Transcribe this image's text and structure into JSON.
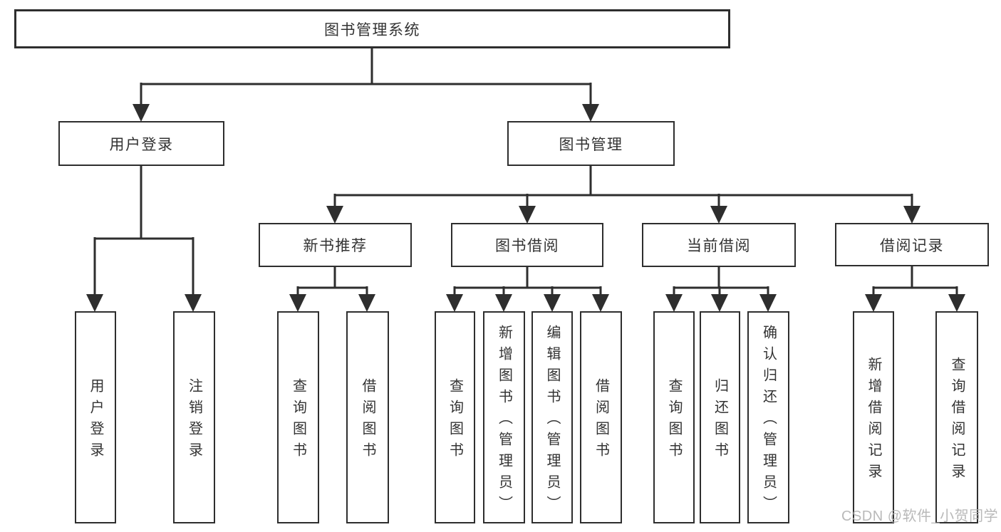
{
  "colors": {
    "line": "#2e2e2e",
    "box_border": "#2e2e2e",
    "box_background": "#ffffff",
    "text": "#333333",
    "watermark": "#b2b2b2"
  },
  "diagram": {
    "root": {
      "label": "图书管理系统"
    },
    "level2": [
      {
        "label": "用户登录"
      },
      {
        "label": "图书管理"
      }
    ],
    "level3": [
      {
        "label": "新书推荐",
        "parent": "图书管理"
      },
      {
        "label": "图书借阅",
        "parent": "图书管理"
      },
      {
        "label": "当前借阅",
        "parent": "图书管理"
      },
      {
        "label": "借阅记录",
        "parent": "图书管理"
      }
    ],
    "leaves": [
      {
        "label": "用户登录",
        "parent": "用户登录"
      },
      {
        "label": "注销登录",
        "parent": "用户登录"
      },
      {
        "label": "查询图书",
        "parent": "新书推荐"
      },
      {
        "label": "借阅图书",
        "parent": "新书推荐"
      },
      {
        "label": "查询图书",
        "parent": "图书借阅"
      },
      {
        "label": "新增图书（管理员）",
        "parent": "图书借阅"
      },
      {
        "label": "编辑图书（管理员）",
        "parent": "图书借阅"
      },
      {
        "label": "借阅图书",
        "parent": "图书借阅"
      },
      {
        "label": "查询图书",
        "parent": "当前借阅"
      },
      {
        "label": "归还图书",
        "parent": "当前借阅"
      },
      {
        "label": "确认归还（管理员）",
        "parent": "当前借阅"
      },
      {
        "label": "新增借阅记录",
        "parent": "借阅记录"
      },
      {
        "label": "查询借阅记录",
        "parent": "借阅记录"
      }
    ]
  },
  "watermark": {
    "text": "CSDN @软件_小贺同学"
  }
}
